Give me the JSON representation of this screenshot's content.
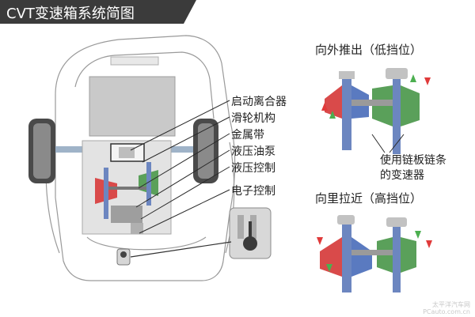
{
  "title": "CVT变速箱系统简图",
  "component_labels": [
    "启动离合器",
    "滑轮机构",
    "金属带",
    "液压油泵",
    "液压控制",
    "电子控制"
  ],
  "right_panel": {
    "top_heading": "向外推出（低挡位）",
    "chain_note_line1": "使用链板链条",
    "chain_note_line2": "的变速器",
    "bottom_heading": "向里拉近（高挡位）"
  },
  "watermark_line1": "太平洋汽车网",
  "watermark_line2": "PCauto.com.cn",
  "colors": {
    "title_bg": "#3b3b3b",
    "shaft_blue": "#6c86c0",
    "pulley_red": "#d94a4a",
    "pulley_green": "#5aa05a",
    "arrow_red": "#e03a3a",
    "arrow_green": "#4caf50",
    "leader_line": "#2a2a2a"
  }
}
